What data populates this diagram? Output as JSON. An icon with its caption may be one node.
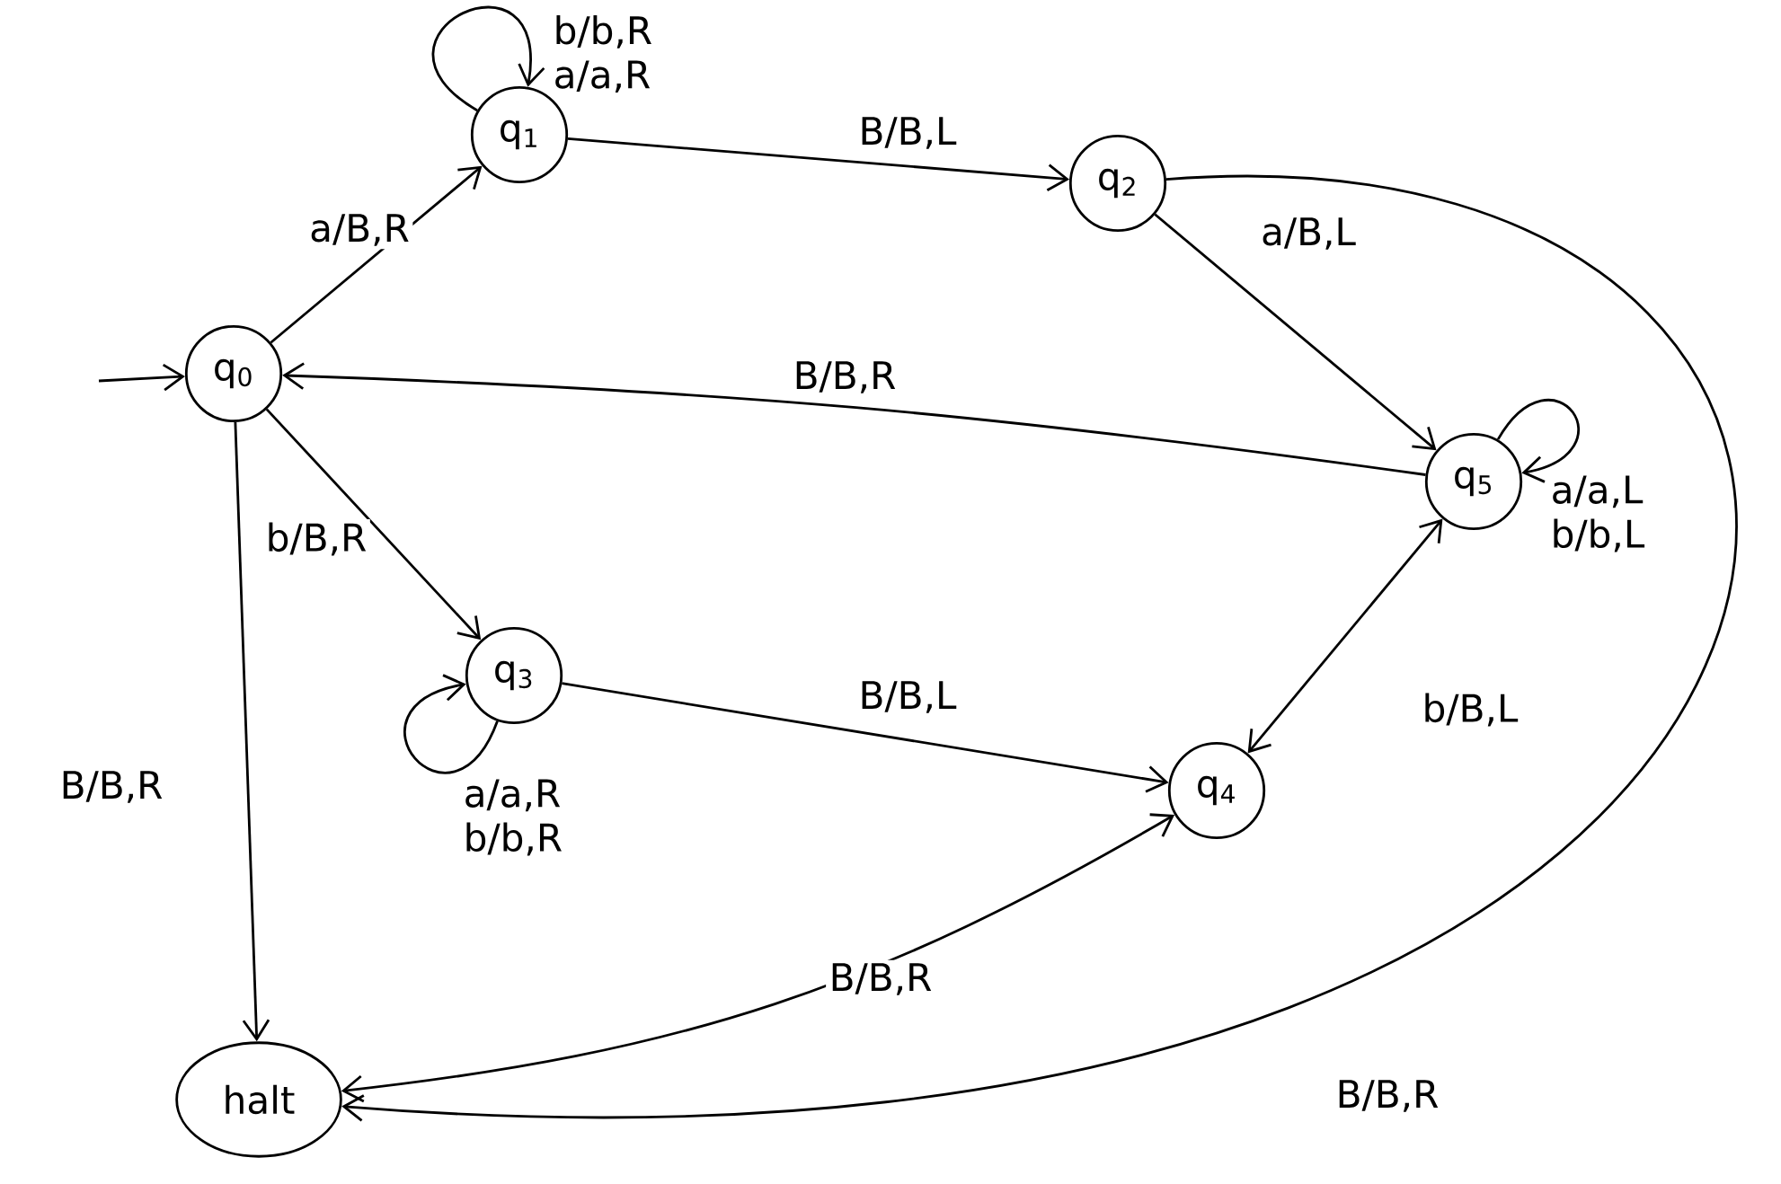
{
  "diagram": {
    "nodes": [
      {
        "text": [
          "q$_{0}$"
        ]
      },
      {
        "text": [
          "q$_{1}$"
        ]
      },
      {
        "text": [
          "q$_{2}$"
        ]
      },
      {
        "text": [
          "q$_{3}$"
        ]
      },
      {
        "text": [
          "q$_{4}$"
        ]
      },
      {
        "text": [
          "q$_{5}$"
        ]
      },
      {
        "text": [
          "halt"
        ]
      }
    ],
    "edges": [
      {
        "from": null,
        "to": 0,
        "arrow": "to"
      },
      {
        "from": 0,
        "to": 1,
        "arrow": "to",
        "label": "a/B,R"
      },
      {
        "from": 1,
        "to": 1,
        "arrow": "to",
        "label": "b/b,R a/a,R"
      },
      {
        "from": 1,
        "to": 2,
        "arrow": "to",
        "label": "B/B,L"
      },
      {
        "from": 2,
        "to": 5,
        "arrow": "to",
        "label": "a/B,L"
      },
      {
        "from": 5,
        "to": 0,
        "arrow": "to",
        "label": "B/B,R"
      },
      {
        "from": 5,
        "to": 5,
        "arrow": "to",
        "label": "a/a,L b/b,L"
      },
      {
        "from": 0,
        "to": 3,
        "arrow": "to",
        "label": "b/B,R"
      },
      {
        "from": 3,
        "to": 3,
        "arrow": "to",
        "label": "a/a,R b/b,R"
      },
      {
        "from": 3,
        "to": 4,
        "arrow": "to",
        "label": "B/B,L"
      },
      {
        "from": 4,
        "to": 5,
        "arrow": "both",
        "label": "b/B,L"
      },
      {
        "from": 0,
        "to": 6,
        "arrow": "to",
        "label": "B/B,R"
      },
      {
        "from": 4,
        "to": 6,
        "arrow": "both",
        "label": "B/B,R"
      },
      {
        "from": 2,
        "to": 6,
        "arrow": "to",
        "label": "B/B,R"
      }
    ]
  }
}
